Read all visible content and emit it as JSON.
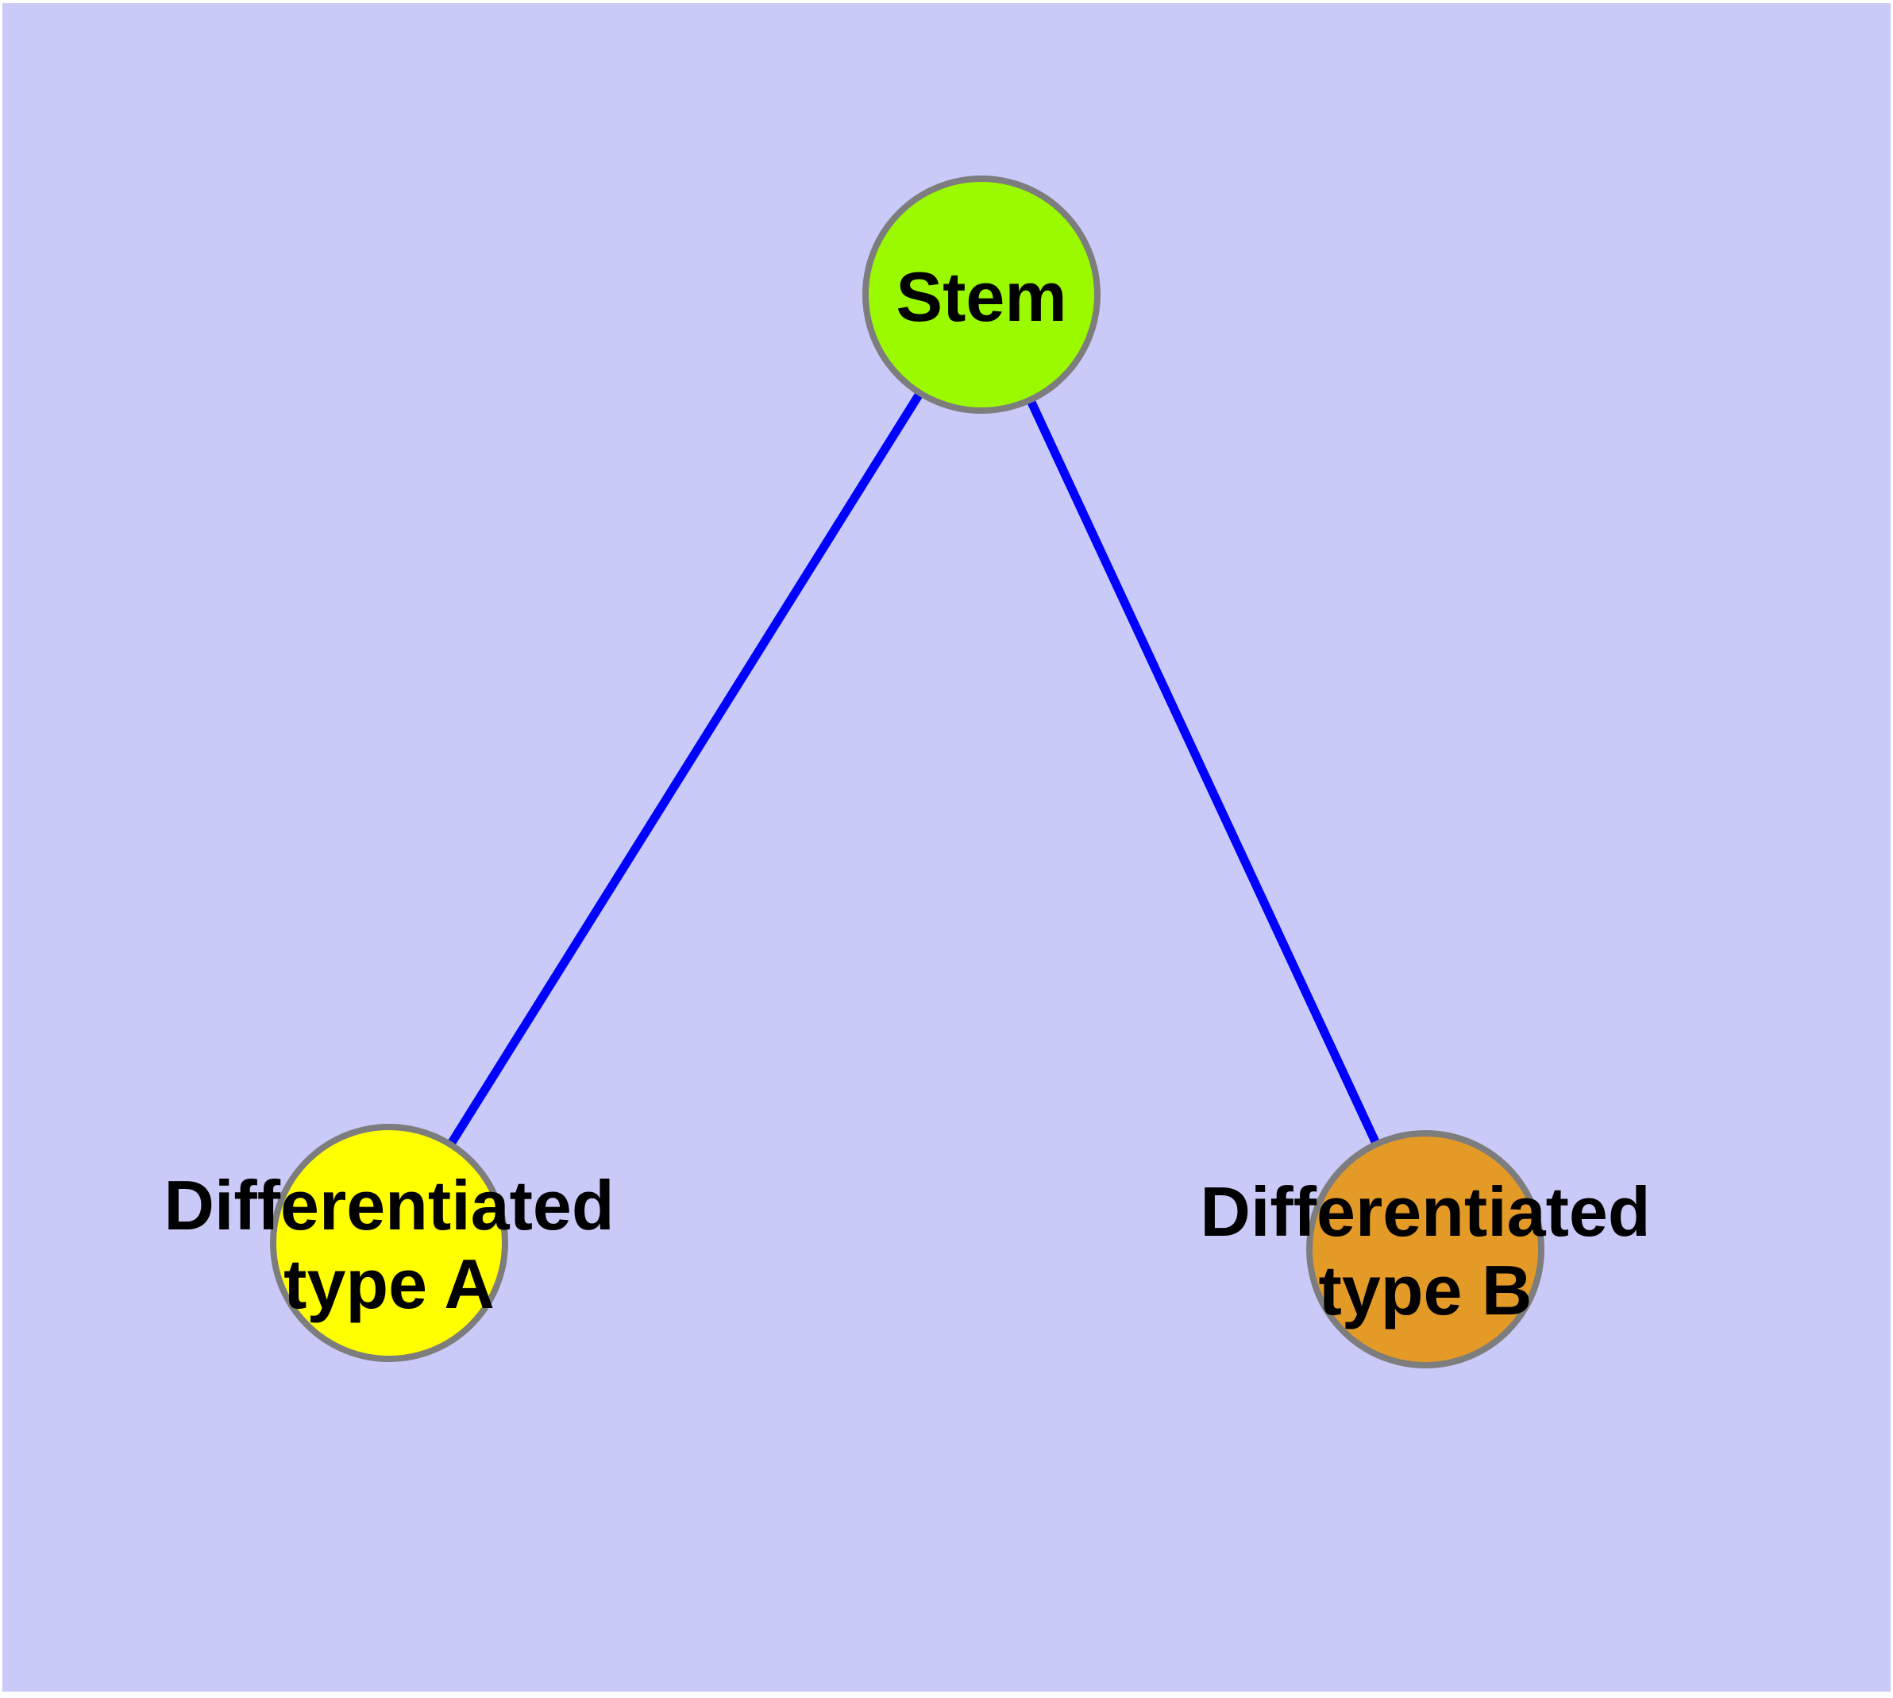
{
  "diagram": {
    "type": "graph",
    "background_color": "#CACAF8",
    "page_margin_color": "#FFFFFF",
    "edge_color": "#0000FF",
    "node_border_color": "#7D7D7D",
    "label_color": "#000000",
    "nodes": {
      "stem": {
        "label": "Stem",
        "fill": "#9BFA00"
      },
      "type_a": {
        "label": "Differentiated type A",
        "line1": "Differentiated",
        "line2": "type A",
        "fill": "#FFFF00"
      },
      "type_b": {
        "label": "Differentiated type B",
        "line1": "Differentiated",
        "line2": "type B",
        "fill": "#E49A27"
      }
    },
    "edges": [
      {
        "from": "Stem",
        "to": "Differentiated type A"
      },
      {
        "from": "Stem",
        "to": "Differentiated type B"
      }
    ]
  }
}
